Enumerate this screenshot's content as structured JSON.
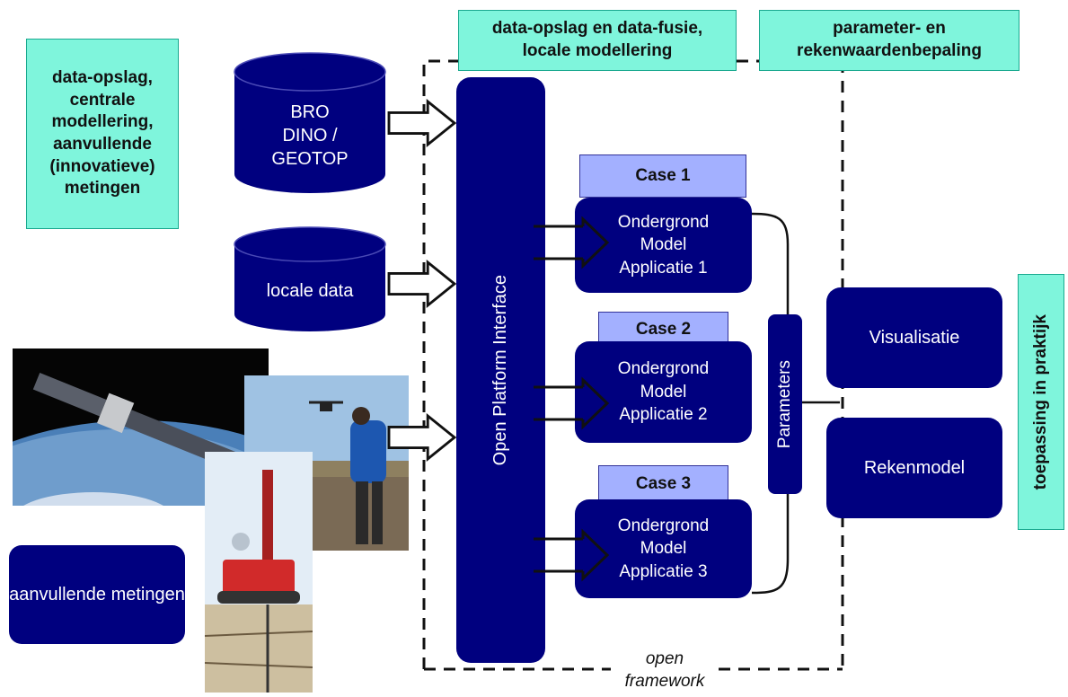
{
  "headers": {
    "left": "data-opslag, centrale modellering, aanvullende (innovatieve) metingen",
    "middle": "data-opslag en data-fusie, locale modellering",
    "right": "parameter- en rekenwaardenbepaling",
    "side": "toepassing in praktijk"
  },
  "sources": {
    "bro": "BRO DINO / GEOTOP",
    "locale": "locale data",
    "aanvullende": "aanvullende metingen"
  },
  "platform": "Open Platform Interface",
  "cases": [
    {
      "title": "Case 1",
      "body": "Ondergrond Model Applicatie  1"
    },
    {
      "title": "Case 2",
      "body": "Ondergrond Model Applicatie  2"
    },
    {
      "title": "Case 3",
      "body": "Ondergrond Model Applicatie  3"
    }
  ],
  "parameters": "Parameters",
  "outputs": {
    "visualisatie": "Visualisatie",
    "rekenmodel": "Rekenmodel"
  },
  "framework": "open framework"
}
